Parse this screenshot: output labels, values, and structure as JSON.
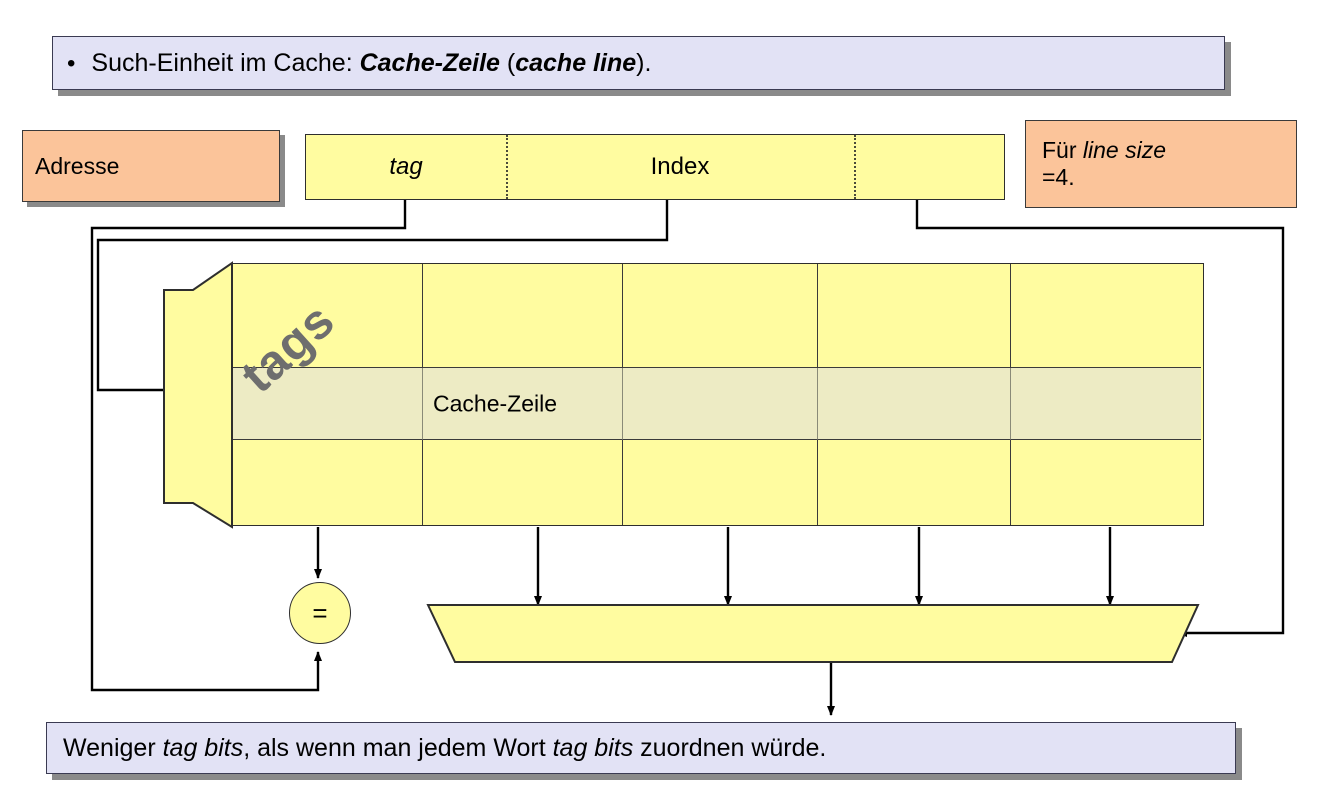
{
  "slide": {
    "top_banner": {
      "bullet": "•",
      "prefix": "Such-Einheit im Cache: ",
      "bold_term": "Cache-Zeile",
      "mid": " (",
      "italic_term": "cache line",
      "suffix": ")."
    },
    "bottom_banner": {
      "part1": "Weniger ",
      "italic1": "tag bits",
      "part2": ", als wenn man jedem Wort ",
      "italic2": "tag bits",
      "part3": " zuordnen würde."
    }
  },
  "address": {
    "label": "Adresse",
    "segments": [
      {
        "name": "tag",
        "label": "tag",
        "italic": true
      },
      {
        "name": "index",
        "label": "Index",
        "italic": false
      },
      {
        "name": "offset",
        "label": "",
        "italic": false
      }
    ]
  },
  "note": {
    "line1_prefix": "Für ",
    "line1_italic": "line size",
    "line2": "=4."
  },
  "cache": {
    "tags_label": "tags",
    "cache_line_label": "Cache-Zeile",
    "columns": 5,
    "rows": 3,
    "highlighted_row_index": 1
  },
  "comparator": {
    "symbol": "="
  },
  "colors": {
    "banner_bg": "#e2e2f5",
    "banner_border": "#3a3a52",
    "shadow": "#8a8a8a",
    "peach": "#fbc49a",
    "yellow": "#fffca0",
    "highlight": "#edebc4",
    "line": "#000000",
    "tags_text": "#6e6e6e"
  }
}
